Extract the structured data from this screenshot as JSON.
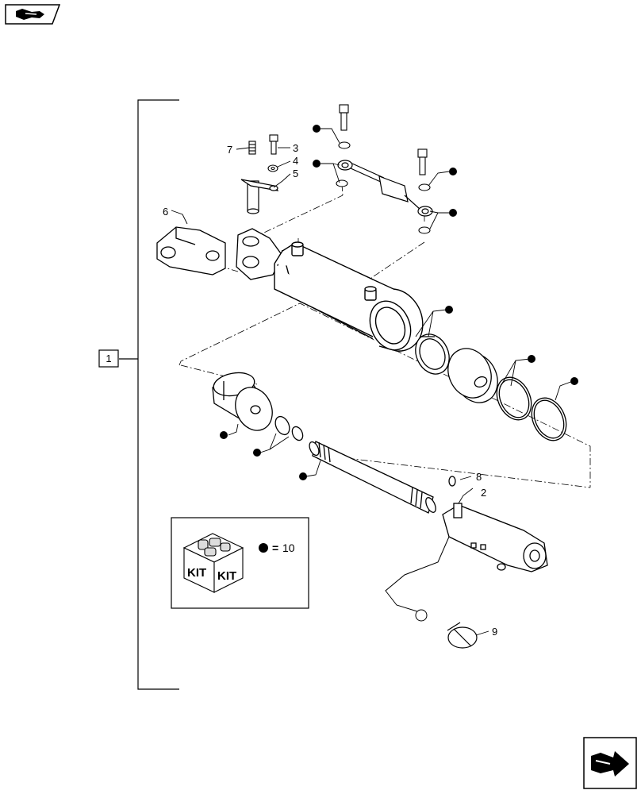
{
  "callouts": {
    "c1": "1",
    "c2": "2",
    "c3": "3",
    "c4": "4",
    "c5": "5",
    "c6": "6",
    "c7": "7",
    "c8": "8",
    "c9": "9"
  },
  "kit": {
    "box_label_1": "KIT",
    "box_label_2": "KIT",
    "legend_equals": "=",
    "legend_number": "10"
  }
}
